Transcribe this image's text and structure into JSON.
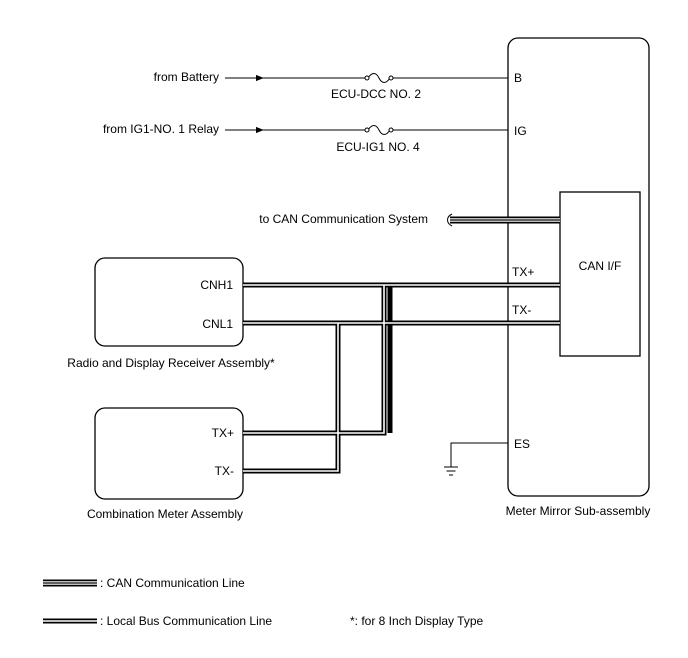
{
  "components": {
    "meter_mirror": {
      "name": "Meter Mirror Sub-assembly"
    },
    "can_if": {
      "name": "CAN I/F"
    },
    "radio": {
      "name": "Radio and Display Receiver Assembly*"
    },
    "combination_meter": {
      "name": "Combination Meter Assembly"
    }
  },
  "terminals": {
    "mirror": {
      "b": "B",
      "ig": "IG",
      "txp": "TX+",
      "txm": "TX-",
      "es": "ES"
    },
    "radio": {
      "cnh1": "CNH1",
      "cnl1": "CNL1"
    },
    "meter": {
      "txp": "TX+",
      "txm": "TX-"
    }
  },
  "sources": {
    "battery": "from Battery",
    "ig1_relay": "from IG1-NO. 1 Relay",
    "can_system": "to CAN Communication System"
  },
  "fuses": {
    "fuse1": "ECU-DCC NO. 2",
    "fuse2": "ECU-IG1 NO. 4"
  },
  "legend": {
    "can_line": ": CAN Communication Line",
    "local_bus_line": ": Local Bus Communication Line",
    "note": "*: for 8 Inch Display Type"
  }
}
